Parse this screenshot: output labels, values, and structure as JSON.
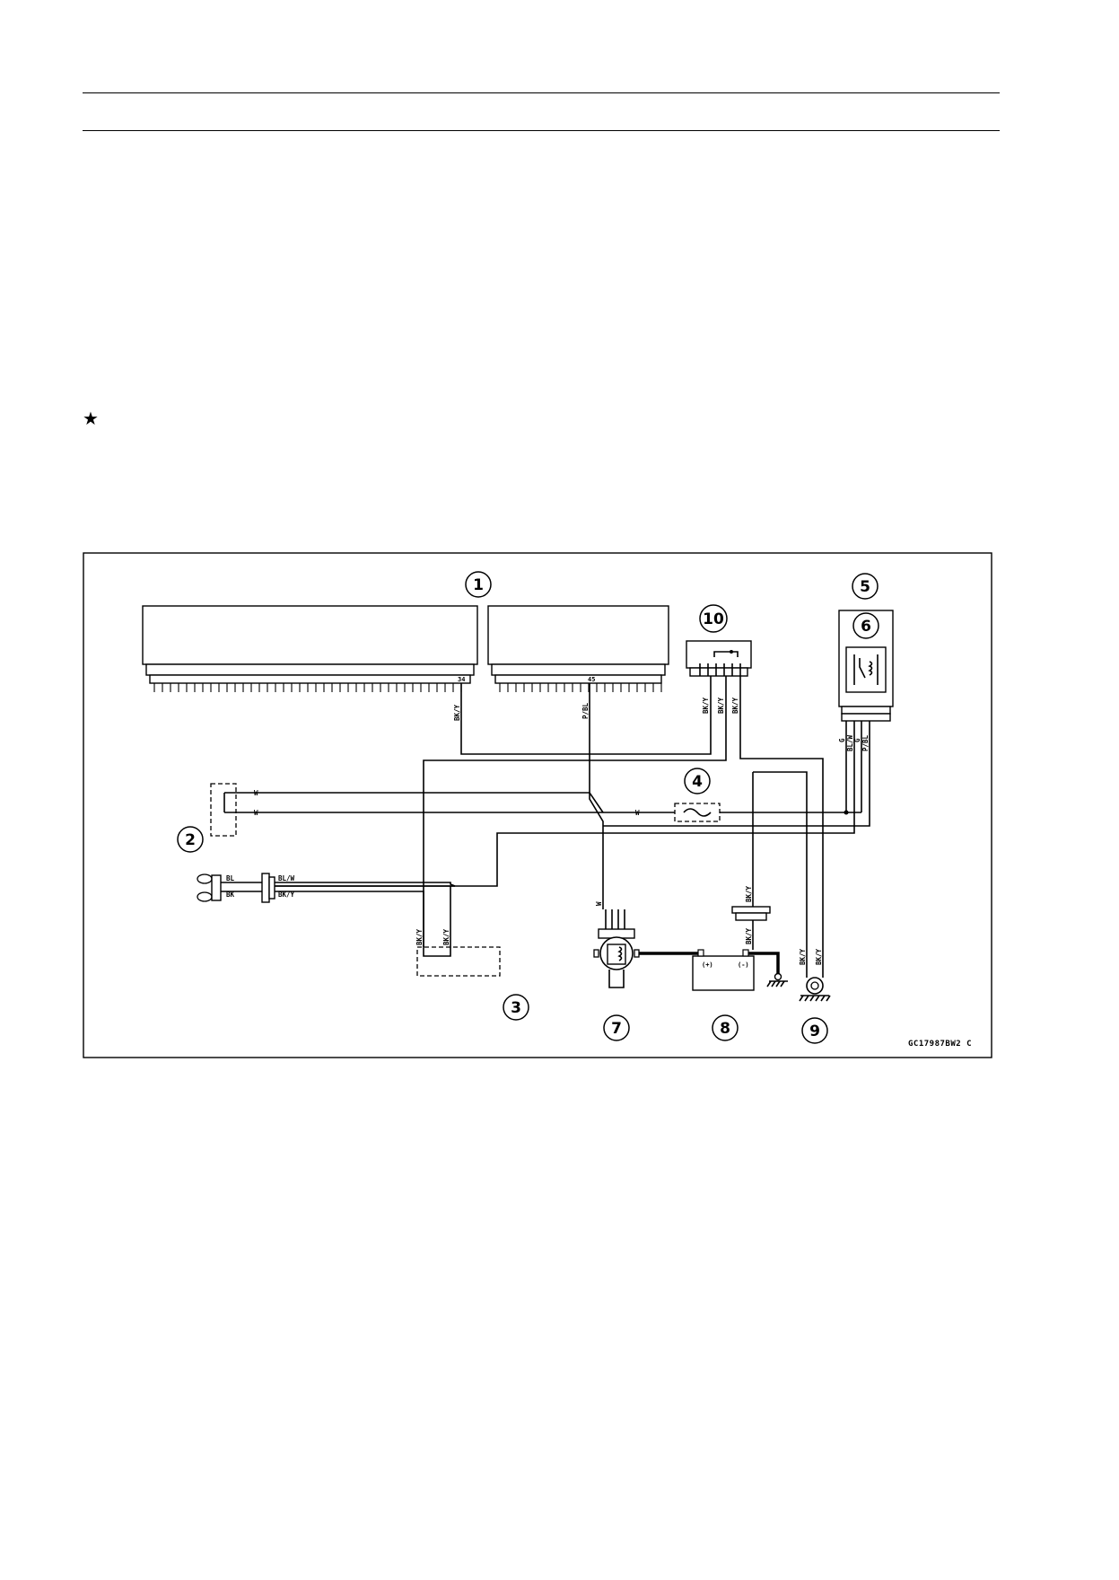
{
  "page": {
    "star_mark": "★"
  },
  "diagram": {
    "callouts": {
      "c1": "1",
      "c2": "2",
      "c3": "3",
      "c4": "4",
      "c5": "5",
      "c6": "6",
      "c7": "7",
      "c8": "8",
      "c9": "9",
      "c10": "10"
    },
    "pin_numbers": {
      "ecu_left_pin": "34",
      "ecu_right_pin": "45"
    },
    "wire_labels": {
      "ecu_left": "BK/Y",
      "ecu_right": "P/BL",
      "c10_a": "BK/Y",
      "c10_b": "BK/Y",
      "c10_c": "BK/Y",
      "relay_g1": "G",
      "relay_blw": "BL/W",
      "relay_g2": "G",
      "relay_pbl": "P/BL",
      "c2_top": "W",
      "c2_bottom": "W",
      "w_mid": "W",
      "fan_bl": "BL",
      "fan_bk": "BK",
      "fan_blw": "BL/W",
      "fan_bky": "BK/Y",
      "c3_left": "BK/Y",
      "c3_right": "BK/Y",
      "c7_top": "W",
      "c8_conn": "BK/Y",
      "c8_lower": "BK/Y",
      "c9_left": "BK/Y",
      "c9_right": "BK/Y",
      "batt_plus": "(+)",
      "batt_minus": "(-)"
    },
    "figure_code": "GC17987BW2  C"
  }
}
